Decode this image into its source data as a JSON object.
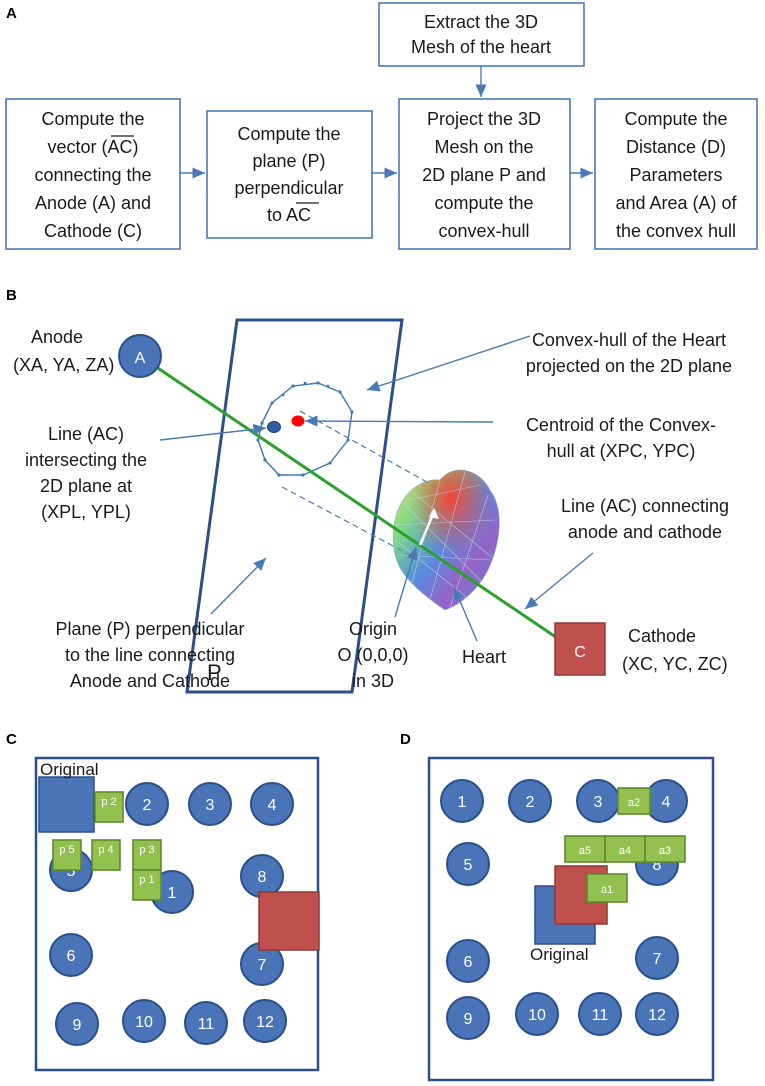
{
  "panels": {
    "a": "A",
    "b": "B",
    "c": "C",
    "d": "D"
  },
  "flow": {
    "top": [
      "Extract the 3D",
      "Mesh of the heart"
    ],
    "box1": [
      "Compute the",
      "vector (AC)",
      "connecting the",
      "Anode (A) and",
      "Cathode (C)"
    ],
    "box2": [
      "Compute the",
      "plane (P)",
      "perpendicular",
      "to AC"
    ],
    "box3": [
      "Project the 3D",
      "Mesh on the",
      "2D plane P and",
      "compute the",
      "convex-hull"
    ],
    "box4": [
      "Compute the",
      "Distance (D)",
      "Parameters",
      "and Area (A) of",
      "the convex hull"
    ]
  },
  "panel_b": {
    "anode_label": "Anode",
    "anode_coords": "(XA, YA, ZA)",
    "anode_letter": "A",
    "cathode_label": "Cathode",
    "cathode_coords": "(XC, YC, ZC)",
    "cathode_letter": "C",
    "plane_letter": "P",
    "hull_label": [
      "Convex-hull of the Heart",
      "projected on the 2D plane"
    ],
    "centroid_label": [
      "Centroid of the Convex-",
      "hull at (XPC, YPC)"
    ],
    "intersect_label": [
      "Line (AC)",
      "intersecting the",
      "2D plane at",
      "(XPL, YPL)"
    ],
    "line_label": [
      "Line (AC) connecting",
      "anode and cathode"
    ],
    "plane_label": [
      "Plane (P) perpendicular",
      "to the line connecting",
      "Anode and Cathode"
    ],
    "origin_label": [
      "Origin",
      "O (0,0,0)",
      "in 3D"
    ],
    "heart_label": "Heart",
    "colors": {
      "circle": "#4a74b8",
      "cathode": "#c0504d",
      "line": "#2ca02c",
      "centroid": "#ff0000"
    }
  },
  "panel_c": {
    "original_label": "Original",
    "electrodes": [
      "1",
      "2",
      "3",
      "4",
      "5",
      "6",
      "7",
      "8",
      "9",
      "10",
      "11",
      "12"
    ],
    "positions": [
      "p 1",
      "p 2",
      "p 3",
      "p 4",
      "p 5"
    ]
  },
  "panel_d": {
    "original_label": "Original",
    "electrodes": [
      "1",
      "2",
      "3",
      "4",
      "5",
      "6",
      "7",
      "8",
      "9",
      "10",
      "11",
      "12"
    ],
    "positions": [
      "a1",
      "a2",
      "a3",
      "a4",
      "a5"
    ]
  }
}
